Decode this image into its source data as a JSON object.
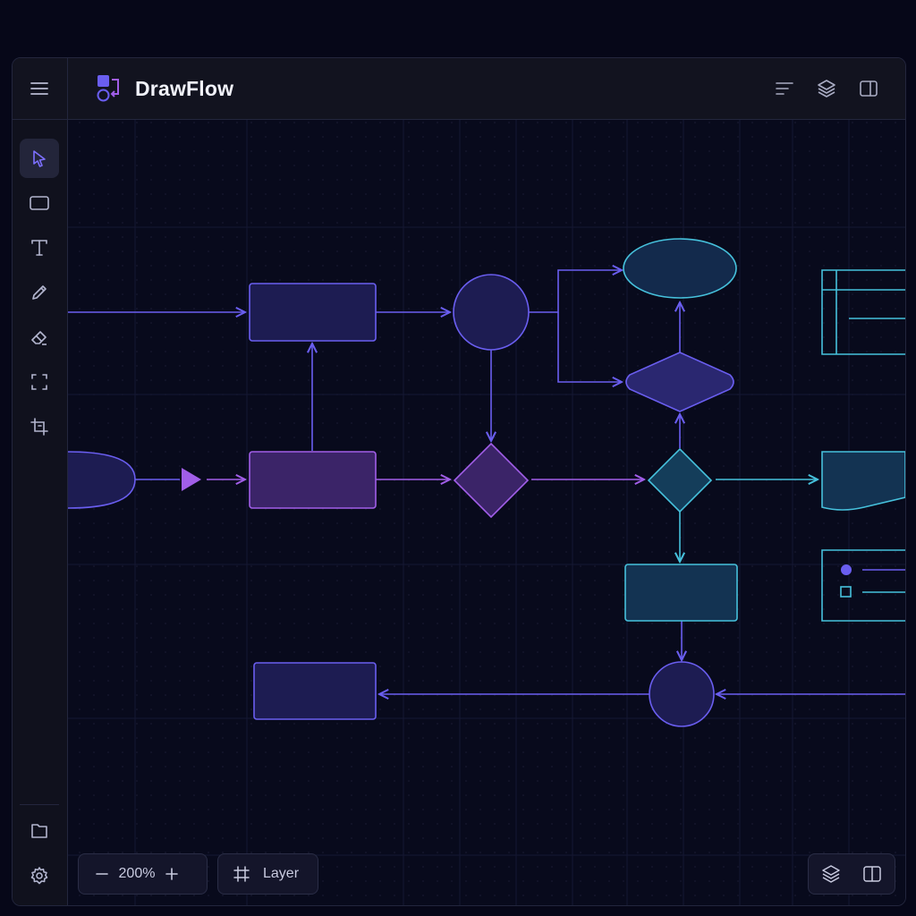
{
  "app": {
    "title": "DrawFlow"
  },
  "header": {
    "icons": [
      "menu-icon",
      "app-logo",
      "sort-icon",
      "layers-icon",
      "panel-toggle-icon"
    ]
  },
  "toolbar": {
    "tools": [
      {
        "name": "select-tool",
        "icon": "cursor-icon",
        "active": true
      },
      {
        "name": "rectangle-tool",
        "icon": "rectangle-icon",
        "active": false
      },
      {
        "name": "text-tool",
        "icon": "text-icon",
        "active": false
      },
      {
        "name": "pen-tool",
        "icon": "pencil-icon",
        "active": false
      },
      {
        "name": "eraser-tool",
        "icon": "eraser-icon",
        "active": false
      },
      {
        "name": "frame-select-tool",
        "icon": "frame-icon",
        "active": false
      },
      {
        "name": "crop-tool",
        "icon": "crop-icon",
        "active": false
      }
    ],
    "bottom": [
      {
        "name": "folder-button",
        "icon": "folder-icon"
      },
      {
        "name": "settings-button",
        "icon": "gear-icon"
      }
    ]
  },
  "footer": {
    "zoom_value": "200%",
    "layer_label": "Layer"
  },
  "colors": {
    "background": "#060718",
    "panel": "#12131f",
    "accent_indigo": "#6a5ef0",
    "accent_purple": "#a15ee8",
    "accent_cyan": "#46c1dc"
  }
}
